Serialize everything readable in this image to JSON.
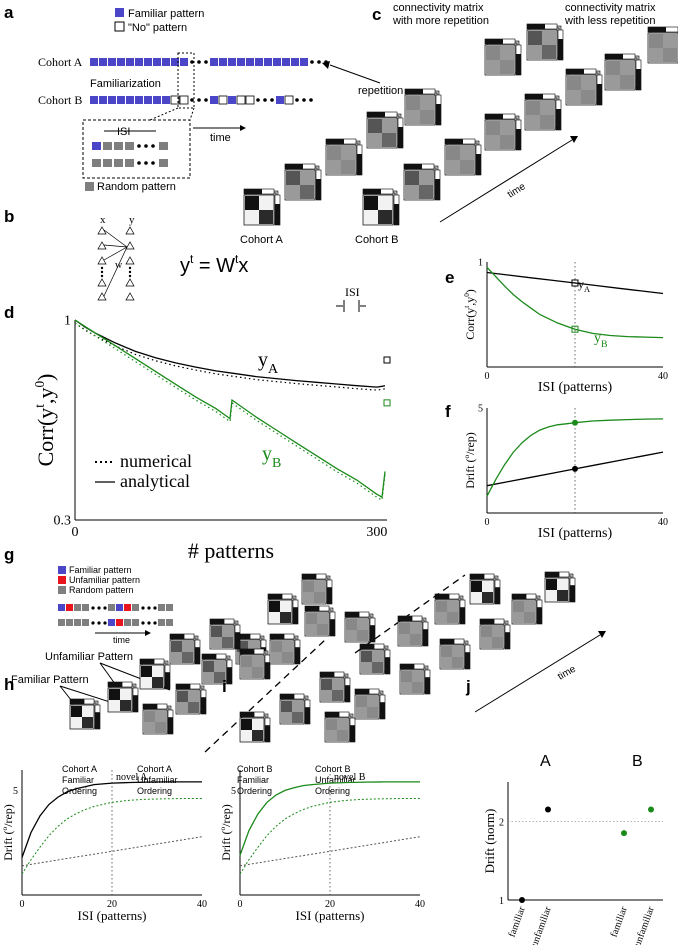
{
  "panels": {
    "a": {
      "label": "a",
      "legend_familiar": "Familiar pattern",
      "legend_no": "\"No\" pattern",
      "legend_random": "Random pattern",
      "cohort_a": "Cohort A",
      "cohort_b": "Cohort B",
      "familiarization": "Familiarization",
      "isi": "ISI",
      "time": "time"
    },
    "b": {
      "label": "b",
      "x": "x",
      "y": "y",
      "w": "w",
      "equation": "y",
      "eq_t1": "t",
      "eq_mid": " = W",
      "eq_t2": "t",
      "eq_end": "x"
    },
    "c": {
      "label": "c",
      "more_rep_line1": "connectivity matrix",
      "more_rep_line2": "with more repetition",
      "less_rep_line1": "connectivity matrix",
      "less_rep_line2": "with less repetition",
      "repetition": "repetition",
      "time": "time",
      "cohort_a": "Cohort A",
      "cohort_b": "Cohort B"
    },
    "g": {
      "label": "g",
      "legend_familiar": "Familiar pattern",
      "legend_unfamiliar": "Unfamiliar pattern",
      "legend_random": "Random pattern",
      "time_small": "time",
      "unfamiliar_pattern": "Unfamiliar Pattern",
      "familiar_pattern": "Familiar Pattern",
      "time": "time",
      "cap1": [
        "Cohort A",
        "Familiar",
        "Ordering"
      ],
      "cap2": [
        "Cohort A",
        "Unfamiliar",
        "Ordering"
      ],
      "cap3": [
        "Cohort B",
        "Familiar",
        "Ordering"
      ],
      "cap4": [
        "Cohort B",
        "Unfamiliar",
        "Ordering"
      ]
    }
  },
  "colors": {
    "blue": "#4b45c8",
    "red": "#e8141e",
    "gray": "#7f7f7f",
    "green": "#1a8a1a",
    "black": "#000000"
  },
  "chart_data": [
    {
      "id": "d",
      "label": "d",
      "type": "line",
      "xlabel": "# patterns",
      "ylabel": "Corr(y",
      "ylabel_sup1": "t",
      "ylabel_mid": ",y",
      "ylabel_sup2": "0",
      "ylabel_end": ")",
      "xlim": [
        0,
        310
      ],
      "ylim": [
        0.3,
        1
      ],
      "xticks": [
        "0",
        "300"
      ],
      "yticks": [
        "1",
        "0.3"
      ],
      "legend": [
        "numerical",
        "analytical"
      ],
      "isi_label": "ISI",
      "series": [
        {
          "name": "y",
          "subscript": "A",
          "color": "#000000",
          "x": [
            0,
            10,
            20,
            40,
            60,
            80,
            100,
            120,
            140,
            160,
            180,
            200,
            220,
            240,
            260,
            280,
            300,
            305,
            308
          ],
          "y": [
            1,
            0.975,
            0.955,
            0.92,
            0.89,
            0.868,
            0.85,
            0.835,
            0.822,
            0.812,
            0.802,
            0.795,
            0.788,
            0.782,
            0.776,
            0.77,
            0.765,
            0.768,
            0.77
          ]
        },
        {
          "name": "y",
          "subscript": "B",
          "color": "#1a8a1a",
          "x": [
            0,
            20,
            40,
            60,
            80,
            100,
            120,
            140,
            154,
            156,
            180,
            200,
            220,
            240,
            260,
            280,
            300,
            305,
            308
          ],
          "y": [
            1,
            0.955,
            0.91,
            0.865,
            0.82,
            0.775,
            0.73,
            0.69,
            0.655,
            0.72,
            0.66,
            0.615,
            0.57,
            0.525,
            0.48,
            0.44,
            0.39,
            0.38,
            0.47
          ]
        }
      ],
      "markers": [
        {
          "series": "A",
          "y": 0.86
        },
        {
          "series": "B",
          "y": 0.71
        }
      ]
    },
    {
      "id": "e",
      "label": "e",
      "type": "line",
      "xlabel": "ISI (patterns)",
      "ylabel": "Corr(y",
      "ylabel_sup1": "t",
      "ylabel_mid": ",y",
      "ylabel_sup2": "0",
      "ylabel_end": ")",
      "xlim": [
        0,
        40
      ],
      "ylim": [
        0,
        1
      ],
      "xticks": [
        "0",
        "40"
      ],
      "yticks": [
        "1"
      ],
      "vline_x": 20,
      "series": [
        {
          "name": "y",
          "subscript": "A",
          "color": "#000000",
          "x": [
            0,
            5,
            10,
            15,
            20,
            25,
            30,
            35,
            40
          ],
          "y": [
            0.9,
            0.875,
            0.85,
            0.825,
            0.8,
            0.775,
            0.75,
            0.725,
            0.7
          ]
        },
        {
          "name": "y",
          "subscript": "B",
          "color": "#1a8a1a",
          "x": [
            0,
            2,
            4,
            6,
            8,
            10,
            12,
            14,
            16,
            18,
            20,
            24,
            28,
            32,
            36,
            40
          ],
          "y": [
            0.95,
            0.86,
            0.77,
            0.69,
            0.62,
            0.56,
            0.5,
            0.46,
            0.42,
            0.39,
            0.36,
            0.32,
            0.3,
            0.29,
            0.285,
            0.28
          ]
        }
      ],
      "markers": [
        {
          "series": "A",
          "x": 20,
          "y": 0.8
        },
        {
          "series": "B",
          "x": 20,
          "y": 0.36
        }
      ]
    },
    {
      "id": "f",
      "label": "f",
      "type": "line",
      "xlabel": "ISI (patterns)",
      "ylabel": "Drift (",
      "ylabel_sup": "o",
      "ylabel_end": "/rep)",
      "xlim": [
        0,
        40
      ],
      "ylim": [
        0,
        5
      ],
      "xticks": [
        "0",
        "40"
      ],
      "yticks": [
        "5"
      ],
      "vline_x": 20,
      "series": [
        {
          "color": "#000000",
          "x": [
            0,
            5,
            10,
            15,
            20,
            25,
            30,
            35,
            40
          ],
          "y": [
            1.3,
            1.5,
            1.7,
            1.9,
            2.1,
            2.3,
            2.5,
            2.7,
            2.9
          ]
        },
        {
          "color": "#1a8a1a",
          "x": [
            0,
            2,
            4,
            6,
            8,
            10,
            12,
            14,
            16,
            18,
            20,
            24,
            28,
            32,
            36,
            40
          ],
          "y": [
            0.8,
            1.6,
            2.3,
            2.9,
            3.35,
            3.7,
            3.95,
            4.1,
            4.2,
            4.25,
            4.3,
            4.38,
            4.42,
            4.45,
            4.47,
            4.48
          ]
        }
      ],
      "markers": [
        {
          "x": 20,
          "y": 2.1,
          "color": "#000000"
        },
        {
          "x": 20,
          "y": 4.3,
          "color": "#1a8a1a"
        }
      ]
    },
    {
      "id": "h",
      "label": "h",
      "type": "line",
      "xlabel": "ISI (patterns)",
      "ylabel": "Drift (",
      "ylabel_sup": "o",
      "ylabel_end": "/rep)",
      "xlim": [
        0,
        40
      ],
      "ylim": [
        0,
        6
      ],
      "xticks": [
        "0",
        "20",
        "40"
      ],
      "yticks": [
        "5"
      ],
      "vline_x": 20,
      "vline_label": "novel A",
      "series": [
        {
          "color": "#000000",
          "dash": false,
          "x": [
            0,
            2,
            4,
            6,
            8,
            10,
            12,
            14,
            16,
            20,
            24,
            28,
            32,
            36,
            40
          ],
          "y": [
            1.8,
            3.0,
            3.8,
            4.35,
            4.7,
            4.95,
            5.1,
            5.2,
            5.3,
            5.37,
            5.4,
            5.42,
            5.43,
            5.43,
            5.43
          ]
        },
        {
          "color": "#1a8a1a",
          "dash": true,
          "x": [
            0,
            2,
            4,
            6,
            8,
            10,
            12,
            14,
            16,
            20,
            24,
            28,
            32,
            36,
            40
          ],
          "y": [
            1.0,
            1.7,
            2.3,
            2.85,
            3.3,
            3.65,
            3.9,
            4.1,
            4.25,
            4.45,
            4.55,
            4.6,
            4.62,
            4.63,
            4.63
          ]
        },
        {
          "color": "#555555",
          "dash": true,
          "x": [
            0,
            10,
            20,
            30,
            40
          ],
          "y": [
            1.4,
            1.75,
            2.1,
            2.45,
            2.8
          ]
        }
      ]
    },
    {
      "id": "i",
      "label": "i",
      "type": "line",
      "xlabel": "ISI (patterns)",
      "ylabel": "Drift (",
      "ylabel_sup": "o",
      "ylabel_end": "/rep)",
      "xlim": [
        0,
        40
      ],
      "ylim": [
        0,
        6
      ],
      "xticks": [
        "0",
        "20",
        "40"
      ],
      "yticks": [
        "5"
      ],
      "vline_x": 20,
      "vline_label": "novel B",
      "series": [
        {
          "color": "#1a8a1a",
          "dash": false,
          "x": [
            0,
            2,
            4,
            6,
            8,
            10,
            12,
            14,
            16,
            20,
            24,
            28,
            32,
            36,
            40
          ],
          "y": [
            1.9,
            3.1,
            3.9,
            4.45,
            4.8,
            5.02,
            5.15,
            5.25,
            5.3,
            5.37,
            5.4,
            5.42,
            5.43,
            5.43,
            5.43
          ]
        },
        {
          "color": "#1a8a1a",
          "dash": true,
          "x": [
            0,
            2,
            4,
            6,
            8,
            10,
            12,
            14,
            16,
            20,
            24,
            28,
            32,
            36,
            40
          ],
          "y": [
            1.0,
            1.7,
            2.3,
            2.85,
            3.3,
            3.65,
            3.9,
            4.1,
            4.25,
            4.45,
            4.55,
            4.6,
            4.62,
            4.63,
            4.63
          ]
        },
        {
          "color": "#555555",
          "dash": true,
          "x": [
            0,
            10,
            20,
            30,
            40
          ],
          "y": [
            1.4,
            1.75,
            2.1,
            2.45,
            2.8
          ]
        }
      ]
    },
    {
      "id": "j",
      "label": "j",
      "type": "scatter",
      "ylabel": "Drift (norm)",
      "ylim": [
        1,
        2.5
      ],
      "yticks": [
        "2",
        "1"
      ],
      "hline_y": 2,
      "categories": [
        "familiar",
        "unfamiliar",
        "familiar",
        "unfamiliar"
      ],
      "group_labels": [
        "A",
        "B"
      ],
      "points": [
        {
          "category": 0,
          "y": 1.0,
          "color": "#000000"
        },
        {
          "category": 1,
          "y": 2.15,
          "color": "#000000"
        },
        {
          "category": 2,
          "y": 1.85,
          "color": "#1a8a1a"
        },
        {
          "category": 3,
          "y": 2.15,
          "color": "#1a8a1a"
        }
      ]
    }
  ]
}
